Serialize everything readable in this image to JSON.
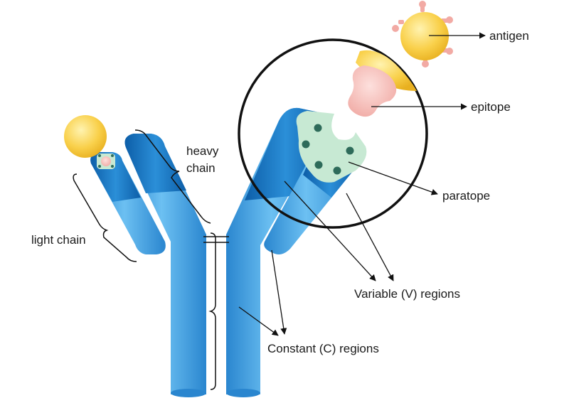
{
  "labels": {
    "antigen": "antigen",
    "epitope": "epitope",
    "paratope": "paratope",
    "heavy_chain_line1": "heavy",
    "heavy_chain_line2": "chain",
    "light_chain": "light chain",
    "variable_regions": "Variable (V) regions",
    "constant_regions": "Constant (C) regions"
  },
  "colors": {
    "constant_blue": "#3e9fe0",
    "variable_blue": "#1273c2",
    "antigen_yellow": "#f7c93c",
    "epitope_pink": "#f3b3ae",
    "paratope_green": "#c7e9d3",
    "paratope_dots": "#2e6b5a",
    "outline": "#111111"
  }
}
